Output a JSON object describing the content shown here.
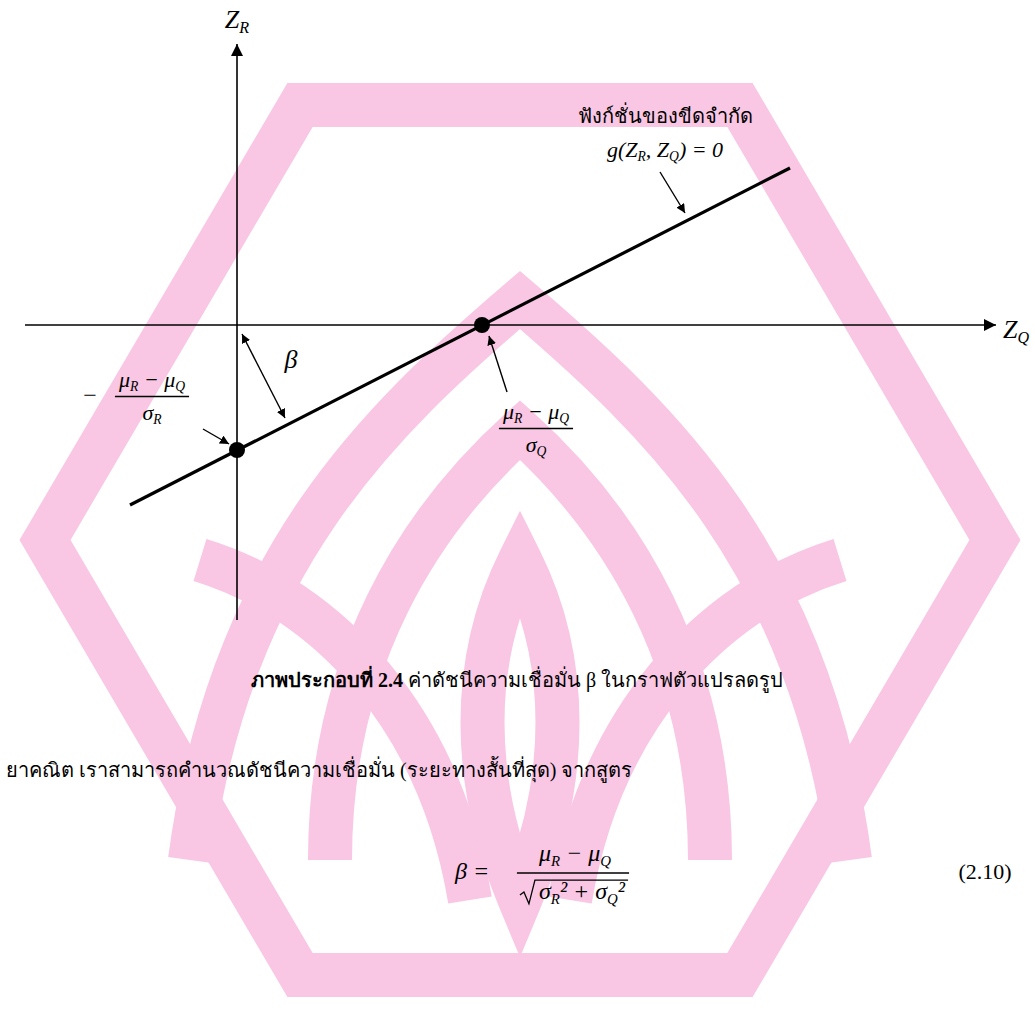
{
  "diagram": {
    "caption": "ภาพประกอบที่ 2.4 ค่าดัชนีความเชื่อมั่น β ในกราฟตัวแปรลดรูป",
    "labels": [
      "ZR",
      "ZQ",
      "ฟังก์ชั่นของขีดจำกัด",
      "g(ZR, ZQ) = 0",
      "β",
      "−",
      "μR − μQ",
      "σR",
      "μR − μQ",
      "σQ",
      "ยาคณิต เราสามารถคำนวณดัชนีความเชื่อมั่น (ระยะทางสั้นที่สุด) จากสูตร",
      "β =",
      "μR − μQ",
      "σR² + σQ²",
      "(2.10)"
    ]
  }
}
